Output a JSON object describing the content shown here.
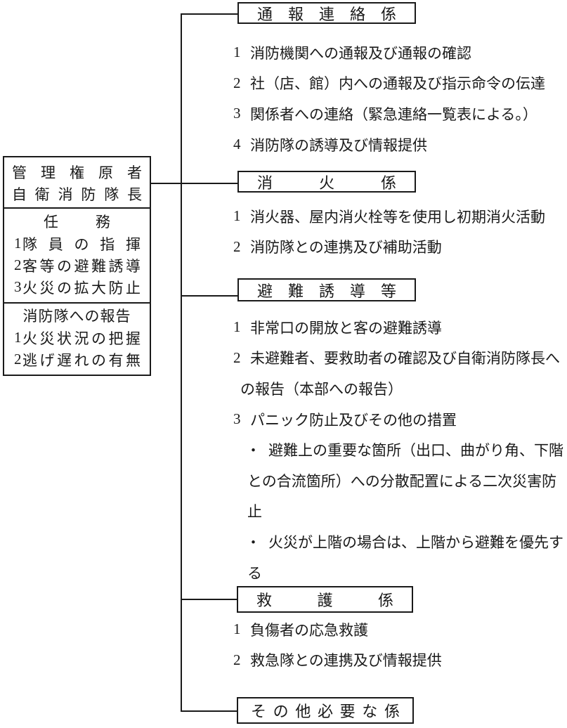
{
  "theme": {
    "ink": "#1a1a1a",
    "paper": "#ffffff"
  },
  "bullet": "・",
  "root_box": {
    "line1": "管理権原者",
    "line2": "自衛消防隊長",
    "duties": {
      "title": "任務",
      "items": [
        {
          "num": "1",
          "text": "隊員の指揮"
        },
        {
          "num": "2",
          "text": "客等の避難誘導"
        },
        {
          "num": "3",
          "text": "火災の拡大防止"
        }
      ]
    },
    "report": {
      "title": "消防隊への報告",
      "items": [
        {
          "num": "1",
          "text": "火災状況の把握"
        },
        {
          "num": "2",
          "text": "逃げ遅れの有無"
        }
      ]
    }
  },
  "branches": [
    {
      "title": "通報連絡係",
      "items": [
        {
          "num": "1",
          "text": "消防機関への通報及び通報の確認"
        },
        {
          "num": "2",
          "text": "社（店、館）内への通報及び指示命令の伝達"
        },
        {
          "num": "3",
          "text": "関係者への連絡（緊急連絡一覧表による。）"
        },
        {
          "num": "4",
          "text": "消防隊の誘導及び情報提供"
        }
      ]
    },
    {
      "title": "消火係",
      "items": [
        {
          "num": "1",
          "text": "消火器、屋内消火栓等を使用し初期消火活動"
        },
        {
          "num": "2",
          "text": "消防隊との連携及び補助活動"
        }
      ]
    },
    {
      "title": "避難誘導等",
      "lines": [
        {
          "num": "1",
          "text": "非常口の開放と客の避難誘導"
        },
        {
          "num": "2",
          "text": "未避難者、要救助者の確認及び自衛消防隊長へ"
        },
        {
          "text": "の報告（本部への報告）"
        },
        {
          "num": "3",
          "text": "パニック防止及びその他の措置"
        },
        {
          "text": "避難上の重要な箇所（出口、曲がり角、下階"
        },
        {
          "text": "との合流箇所）への分散配置による二次災害防"
        },
        {
          "text": "止"
        },
        {
          "text": "火災が上階の場合は、上階から避難を優先す"
        },
        {
          "text": "る"
        }
      ]
    },
    {
      "title": "救護係",
      "items": [
        {
          "num": "1",
          "text": "負傷者の応急救護"
        },
        {
          "num": "2",
          "text": "救急隊との連携及び情報提供"
        }
      ]
    },
    {
      "title": "その他必要な係"
    }
  ]
}
